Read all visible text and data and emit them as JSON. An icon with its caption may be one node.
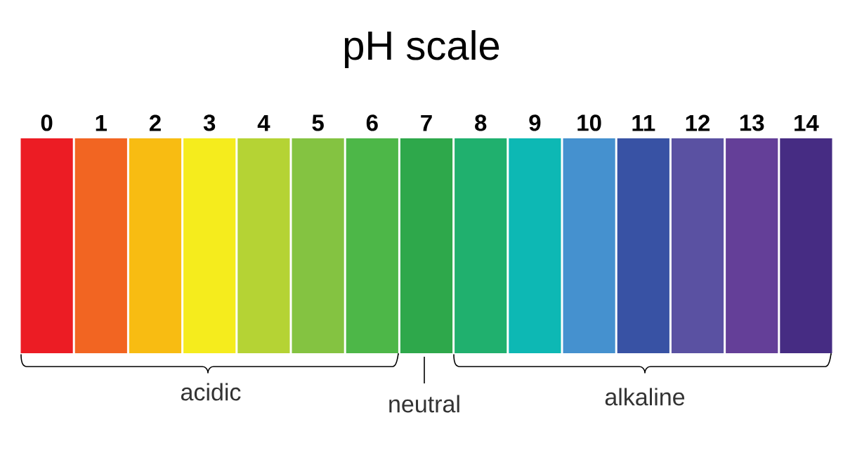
{
  "diagram": {
    "title": "pH scale",
    "nodes": [
      {
        "text": [
          "0"
        ]
      },
      {
        "text": [
          "1"
        ]
      },
      {
        "text": [
          "2"
        ]
      },
      {
        "text": [
          "3"
        ]
      },
      {
        "text": [
          "4"
        ]
      },
      {
        "text": [
          "5"
        ]
      },
      {
        "text": [
          "6"
        ]
      },
      {
        "text": [
          "7"
        ]
      },
      {
        "text": [
          "8"
        ]
      },
      {
        "text": [
          "9"
        ]
      },
      {
        "text": [
          "10"
        ]
      },
      {
        "text": [
          "11"
        ]
      },
      {
        "text": [
          "12"
        ]
      },
      {
        "text": [
          "13"
        ]
      },
      {
        "text": [
          "14"
        ]
      }
    ],
    "labels": [
      "acidic",
      "neutral",
      "alkaline"
    ]
  }
}
